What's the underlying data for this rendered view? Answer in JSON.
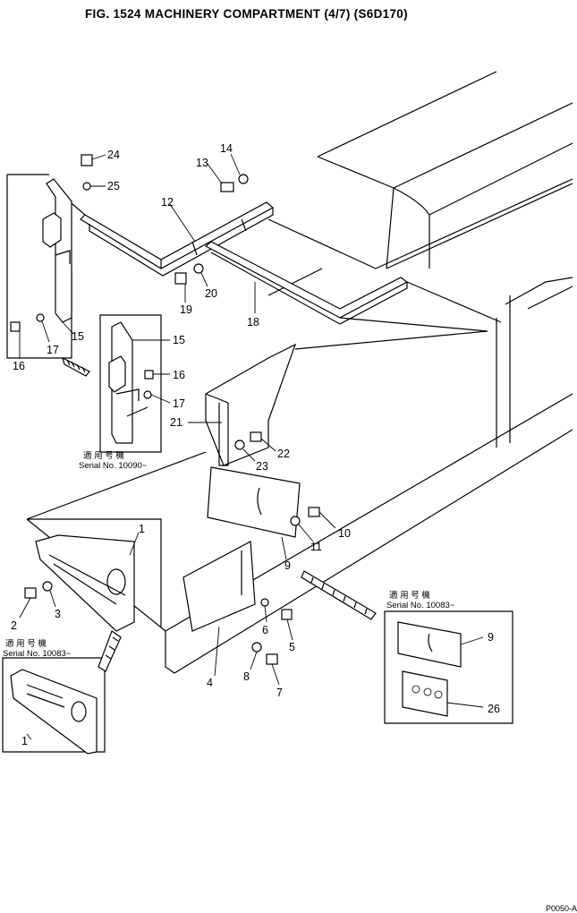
{
  "title": "FIG. 1524  MACHINERY COMPARTMENT (4/7) (S6D170)",
  "callouts": {
    "c1a": "1",
    "c1b": "1",
    "c2": "2",
    "c3": "3",
    "c4": "4",
    "c5": "5",
    "c6": "6",
    "c7": "7",
    "c8": "8",
    "c9a": "9",
    "c9b": "9",
    "c10": "10",
    "c11": "11",
    "c12": "12",
    "c13": "13",
    "c14": "14",
    "c15a": "15",
    "c15b": "15",
    "c16a": "16",
    "c16b": "16",
    "c17a": "17",
    "c17b": "17",
    "c18": "18",
    "c19": "19",
    "c20": "20",
    "c21": "21",
    "c22": "22",
    "c23": "23",
    "c24": "24",
    "c25": "25",
    "c26": "26"
  },
  "serial_notes": {
    "inset_upper_jp": "適 用 号 機",
    "inset_upper": "Serial No. 10090~",
    "inset_lower_left_jp": "適 用 号 機",
    "inset_lower_left": "Serial No. 10083~",
    "inset_right_jp": "適 用 号 機",
    "inset_right": "Serial No. 10083~"
  },
  "page_code": "P0050-A"
}
